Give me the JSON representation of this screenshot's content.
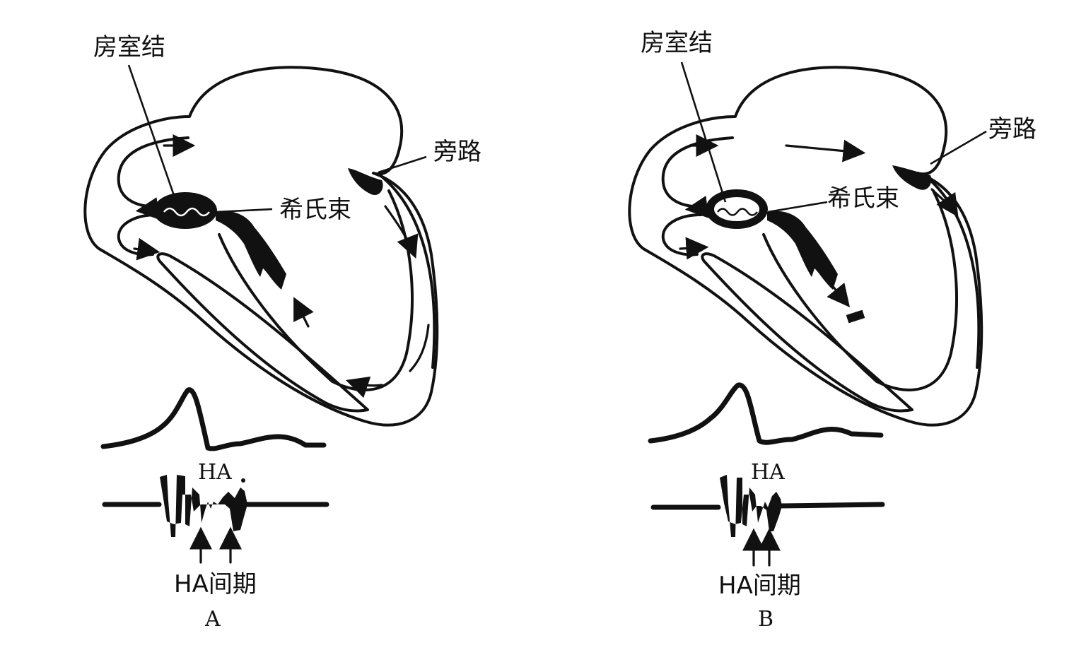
{
  "panels": [
    {
      "id": "A",
      "label": "A",
      "labels": {
        "av_node": "房室结",
        "his_bundle": "希氏束",
        "accessory_pathway": "旁路",
        "ha_marker": "HA",
        "ha_interval": "HA间期"
      }
    },
    {
      "id": "B",
      "label": "B",
      "labels": {
        "av_node": "房室结",
        "his_bundle": "希氏束",
        "accessory_pathway": "旁路",
        "ha_marker": "HA",
        "ha_interval": "HA间期"
      }
    }
  ]
}
